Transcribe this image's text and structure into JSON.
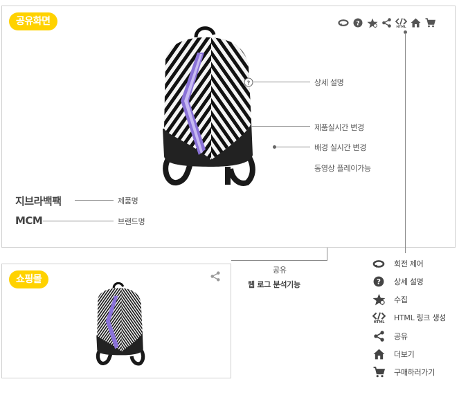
{
  "share_panel": {
    "badge": "공유화면",
    "toolbar_icons": [
      "rotate-icon",
      "help-icon",
      "star-icon",
      "share-icon",
      "html-code-icon",
      "home-icon",
      "cart-icon"
    ],
    "callouts": {
      "detail": "상세 설명",
      "realtime_product": "제품실시간 변경",
      "realtime_background": "배경 실시간 변경",
      "video": "동영상 플레이가능"
    },
    "product_name": "지브라백팩",
    "product_name_label": "제품명",
    "brand_name": "MCM",
    "brand_name_label": "브랜드명"
  },
  "shop_panel": {
    "badge": "쇼핑몰",
    "share_label": "공유",
    "weblog_label": "웹 로그 분석기능"
  },
  "legend": [
    {
      "icon": "rotate-icon",
      "label": "회전 제어"
    },
    {
      "icon": "help-icon",
      "label": "상세 설명"
    },
    {
      "icon": "collect-star-icon",
      "label": "수집"
    },
    {
      "icon": "html-code-icon",
      "label": "HTML 링크 생성"
    },
    {
      "icon": "share-icon",
      "label": "공유"
    },
    {
      "icon": "home-icon",
      "label": "더보기"
    },
    {
      "icon": "cart-icon",
      "label": "구매하러가기"
    }
  ],
  "colors": {
    "badge": "#ffd200",
    "icon": "#555555",
    "accent_stripe": "#8a72d8"
  }
}
